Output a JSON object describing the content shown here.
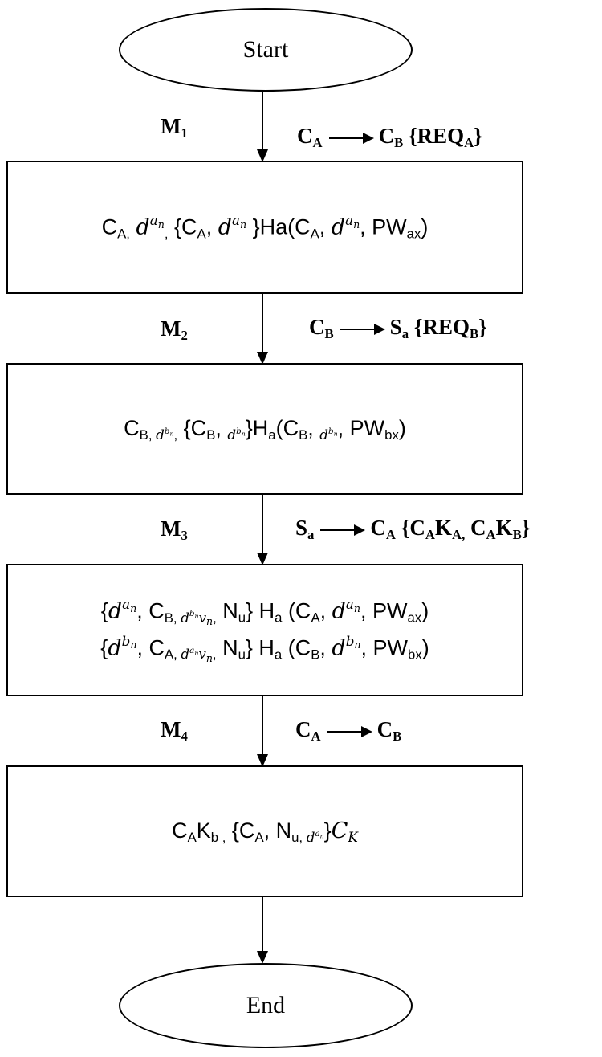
{
  "start_label": "Start",
  "end_label": "End",
  "steps": [
    {
      "msg": [
        {
          "k": "n",
          "t": "M"
        },
        {
          "k": "sub",
          "c": [
            {
              "k": "n",
              "t": "1"
            }
          ]
        }
      ],
      "flow": [
        {
          "k": "n",
          "t": "C"
        },
        {
          "k": "sub",
          "c": [
            {
              "k": "n",
              "t": "A"
            }
          ]
        },
        {
          "k": "arrow"
        },
        {
          "k": "n",
          "t": "C"
        },
        {
          "k": "sub",
          "c": [
            {
              "k": "n",
              "t": "B"
            }
          ]
        },
        {
          "k": "n",
          "t": "  {REQ"
        },
        {
          "k": "sub",
          "c": [
            {
              "k": "n",
              "t": "A"
            }
          ]
        },
        {
          "k": "n",
          "t": "}"
        }
      ],
      "lines": [
        [
          {
            "k": "n",
            "t": "C"
          },
          {
            "k": "sub",
            "c": [
              {
                "k": "n",
                "t": "A,"
              }
            ]
          },
          {
            "k": "n",
            "t": " "
          },
          {
            "k": "mi",
            "t": "d"
          },
          {
            "k": "sup",
            "c": [
              {
                "k": "mi",
                "t": "a"
              },
              {
                "k": "sub",
                "c": [
                  {
                    "k": "mi",
                    "t": "n"
                  }
                ]
              }
            ]
          },
          {
            "k": "sub",
            "c": [
              {
                "k": "n",
                "t": ","
              }
            ]
          },
          {
            "k": "n",
            "t": " {C"
          },
          {
            "k": "sub",
            "c": [
              {
                "k": "n",
                "t": "A"
              }
            ]
          },
          {
            "k": "n",
            "t": ", "
          },
          {
            "k": "mi",
            "t": "d"
          },
          {
            "k": "sup",
            "c": [
              {
                "k": "mi",
                "t": "a"
              },
              {
                "k": "sub",
                "c": [
                  {
                    "k": "mi",
                    "t": "n"
                  }
                ]
              }
            ]
          },
          {
            "k": "n",
            "t": " }Ha(C"
          },
          {
            "k": "sub",
            "c": [
              {
                "k": "n",
                "t": "A"
              }
            ]
          },
          {
            "k": "n",
            "t": ", "
          },
          {
            "k": "mi",
            "t": "d"
          },
          {
            "k": "sup",
            "c": [
              {
                "k": "mi",
                "t": "a"
              },
              {
                "k": "sub",
                "c": [
                  {
                    "k": "mi",
                    "t": "n"
                  }
                ]
              }
            ]
          },
          {
            "k": "n",
            "t": ", PW"
          },
          {
            "k": "sub",
            "c": [
              {
                "k": "n",
                "t": "ax"
              }
            ]
          },
          {
            "k": "n",
            "t": ")"
          }
        ]
      ]
    },
    {
      "msg": [
        {
          "k": "n",
          "t": "M"
        },
        {
          "k": "sub",
          "c": [
            {
              "k": "n",
              "t": "2"
            }
          ]
        }
      ],
      "flow": [
        {
          "k": "n",
          "t": "C"
        },
        {
          "k": "sub",
          "c": [
            {
              "k": "n",
              "t": "B"
            }
          ]
        },
        {
          "k": "arrow"
        },
        {
          "k": "n",
          "t": "S"
        },
        {
          "k": "sub",
          "c": [
            {
              "k": "n",
              "t": "a"
            }
          ]
        },
        {
          "k": "n",
          "t": "  {REQ"
        },
        {
          "k": "sub",
          "c": [
            {
              "k": "n",
              "t": "B"
            }
          ]
        },
        {
          "k": "n",
          "t": "}"
        }
      ],
      "lines": [
        [
          {
            "k": "n",
            "t": "C"
          },
          {
            "k": "sub",
            "c": [
              {
                "k": "n",
                "t": "B, "
              },
              {
                "k": "mi",
                "t": "d"
              },
              {
                "k": "sup",
                "c": [
                  {
                    "k": "mi",
                    "t": "b"
                  },
                  {
                    "k": "sub",
                    "c": [
                      {
                        "k": "mi",
                        "t": "n"
                      }
                    ]
                  }
                ]
              },
              {
                "k": "n",
                "t": ","
              }
            ]
          },
          {
            "k": "n",
            "t": " {C"
          },
          {
            "k": "sub",
            "c": [
              {
                "k": "n",
                "t": "B"
              }
            ]
          },
          {
            "k": "n",
            "t": ", "
          },
          {
            "k": "sub",
            "c": [
              {
                "k": "mi",
                "t": "d"
              },
              {
                "k": "sup",
                "c": [
                  {
                    "k": "mi",
                    "t": "b"
                  },
                  {
                    "k": "sub",
                    "c": [
                      {
                        "k": "mi",
                        "t": "n"
                      }
                    ]
                  }
                ]
              }
            ]
          },
          {
            "k": "n",
            "t": "}H"
          },
          {
            "k": "sub",
            "c": [
              {
                "k": "n",
                "t": "a"
              }
            ]
          },
          {
            "k": "n",
            "t": "(C"
          },
          {
            "k": "sub",
            "c": [
              {
                "k": "n",
                "t": "B"
              }
            ]
          },
          {
            "k": "n",
            "t": ", "
          },
          {
            "k": "sub",
            "c": [
              {
                "k": "mi",
                "t": "d"
              },
              {
                "k": "sup",
                "c": [
                  {
                    "k": "mi",
                    "t": "b"
                  },
                  {
                    "k": "sub",
                    "c": [
                      {
                        "k": "mi",
                        "t": "n"
                      }
                    ]
                  }
                ]
              }
            ]
          },
          {
            "k": "n",
            "t": ", PW"
          },
          {
            "k": "sub",
            "c": [
              {
                "k": "n",
                "t": "bx"
              }
            ]
          },
          {
            "k": "n",
            "t": ")"
          }
        ]
      ]
    },
    {
      "msg": [
        {
          "k": "n",
          "t": "M"
        },
        {
          "k": "sub",
          "c": [
            {
              "k": "n",
              "t": "3"
            }
          ]
        }
      ],
      "flow": [
        {
          "k": "n",
          "t": "S"
        },
        {
          "k": "sub",
          "c": [
            {
              "k": "n",
              "t": "a"
            }
          ]
        },
        {
          "k": "arrow"
        },
        {
          "k": "n",
          "t": "C"
        },
        {
          "k": "sub",
          "c": [
            {
              "k": "n",
              "t": "A"
            }
          ]
        },
        {
          "k": "n",
          "t": "  {C"
        },
        {
          "k": "sub",
          "c": [
            {
              "k": "n",
              "t": "A"
            }
          ]
        },
        {
          "k": "n",
          "t": "K"
        },
        {
          "k": "sub",
          "c": [
            {
              "k": "n",
              "t": "A,"
            }
          ]
        },
        {
          "k": "n",
          "t": " C"
        },
        {
          "k": "sub",
          "c": [
            {
              "k": "n",
              "t": "A"
            }
          ]
        },
        {
          "k": "n",
          "t": "K"
        },
        {
          "k": "sub",
          "c": [
            {
              "k": "n",
              "t": "B"
            }
          ]
        },
        {
          "k": "n",
          "t": "}"
        }
      ],
      "lines": [
        [
          {
            "k": "n",
            "t": "{"
          },
          {
            "k": "mi",
            "t": "d"
          },
          {
            "k": "sup",
            "c": [
              {
                "k": "mi",
                "t": "a"
              },
              {
                "k": "sub",
                "c": [
                  {
                    "k": "mi",
                    "t": "n"
                  }
                ]
              }
            ]
          },
          {
            "k": "n",
            "t": ", C"
          },
          {
            "k": "sub",
            "c": [
              {
                "k": "n",
                "t": "B, "
              },
              {
                "k": "mi",
                "t": "d"
              },
              {
                "k": "sup",
                "c": [
                  {
                    "k": "mi",
                    "t": "b"
                  },
                  {
                    "k": "sub",
                    "c": [
                      {
                        "k": "mi",
                        "t": "n"
                      }
                    ]
                  }
                ]
              },
              {
                "k": "mi",
                "t": "v"
              },
              {
                "k": "sub",
                "c": [
                  {
                    "k": "mi",
                    "t": "n"
                  }
                ]
              },
              {
                "k": "n",
                "t": ","
              }
            ]
          },
          {
            "k": "n",
            "t": " N"
          },
          {
            "k": "sub",
            "c": [
              {
                "k": "n",
                "t": "u"
              }
            ]
          },
          {
            "k": "n",
            "t": "} H"
          },
          {
            "k": "sub",
            "c": [
              {
                "k": "n",
                "t": "a"
              }
            ]
          },
          {
            "k": "n",
            "t": " (C"
          },
          {
            "k": "sub",
            "c": [
              {
                "k": "n",
                "t": "A"
              }
            ]
          },
          {
            "k": "n",
            "t": ", "
          },
          {
            "k": "mi",
            "t": "d"
          },
          {
            "k": "sup",
            "c": [
              {
                "k": "mi",
                "t": "a"
              },
              {
                "k": "sub",
                "c": [
                  {
                    "k": "mi",
                    "t": "n"
                  }
                ]
              }
            ]
          },
          {
            "k": "n",
            "t": ", PW"
          },
          {
            "k": "sub",
            "c": [
              {
                "k": "n",
                "t": "ax"
              }
            ]
          },
          {
            "k": "n",
            "t": ")"
          }
        ],
        [
          {
            "k": "n",
            "t": "{"
          },
          {
            "k": "mi",
            "t": "d"
          },
          {
            "k": "sup",
            "c": [
              {
                "k": "mi",
                "t": "b"
              },
              {
                "k": "sub",
                "c": [
                  {
                    "k": "mi",
                    "t": "n"
                  }
                ]
              }
            ]
          },
          {
            "k": "n",
            "t": ", C"
          },
          {
            "k": "sub",
            "c": [
              {
                "k": "n",
                "t": "A, "
              },
              {
                "k": "mi",
                "t": "d"
              },
              {
                "k": "sup",
                "c": [
                  {
                    "k": "mi",
                    "t": "a"
                  },
                  {
                    "k": "sub",
                    "c": [
                      {
                        "k": "mi",
                        "t": "n"
                      }
                    ]
                  }
                ]
              },
              {
                "k": "mi",
                "t": "v"
              },
              {
                "k": "sub",
                "c": [
                  {
                    "k": "mi",
                    "t": "n"
                  }
                ]
              },
              {
                "k": "n",
                "t": ","
              }
            ]
          },
          {
            "k": "n",
            "t": " N"
          },
          {
            "k": "sub",
            "c": [
              {
                "k": "n",
                "t": "u"
              }
            ]
          },
          {
            "k": "n",
            "t": "} H"
          },
          {
            "k": "sub",
            "c": [
              {
                "k": "n",
                "t": "a"
              }
            ]
          },
          {
            "k": "n",
            "t": " (C"
          },
          {
            "k": "sub",
            "c": [
              {
                "k": "n",
                "t": "B"
              }
            ]
          },
          {
            "k": "n",
            "t": ", "
          },
          {
            "k": "mi",
            "t": "d"
          },
          {
            "k": "sup",
            "c": [
              {
                "k": "mi",
                "t": "b"
              },
              {
                "k": "sub",
                "c": [
                  {
                    "k": "mi",
                    "t": "n"
                  }
                ]
              }
            ]
          },
          {
            "k": "n",
            "t": ", PW"
          },
          {
            "k": "sub",
            "c": [
              {
                "k": "n",
                "t": "bx"
              }
            ]
          },
          {
            "k": "n",
            "t": ")"
          }
        ]
      ]
    },
    {
      "msg": [
        {
          "k": "n",
          "t": "M"
        },
        {
          "k": "sub",
          "c": [
            {
              "k": "n",
              "t": "4"
            }
          ]
        }
      ],
      "flow": [
        {
          "k": "n",
          "t": "C"
        },
        {
          "k": "sub",
          "c": [
            {
              "k": "n",
              "t": "A"
            }
          ]
        },
        {
          "k": "arrow"
        },
        {
          "k": "n",
          "t": "C"
        },
        {
          "k": "sub",
          "c": [
            {
              "k": "n",
              "t": "B"
            }
          ]
        }
      ],
      "lines": [
        [
          {
            "k": "n",
            "t": "C"
          },
          {
            "k": "sub",
            "c": [
              {
                "k": "n",
                "t": "A"
              }
            ]
          },
          {
            "k": "n",
            "t": "K"
          },
          {
            "k": "sub",
            "c": [
              {
                "k": "n",
                "t": "b ,"
              }
            ]
          },
          {
            "k": "n",
            "t": " {C"
          },
          {
            "k": "sub",
            "c": [
              {
                "k": "n",
                "t": "A"
              }
            ]
          },
          {
            "k": "n",
            "t": ", N"
          },
          {
            "k": "sub",
            "c": [
              {
                "k": "n",
                "t": "u, "
              },
              {
                "k": "mi",
                "t": "d"
              },
              {
                "k": "sup",
                "c": [
                  {
                    "k": "mi",
                    "t": "a"
                  },
                  {
                    "k": "sub",
                    "c": [
                      {
                        "k": "mi",
                        "t": "n"
                      }
                    ]
                  }
                ]
              }
            ]
          },
          {
            "k": "n",
            "t": "}"
          },
          {
            "k": "mi",
            "t": "C"
          },
          {
            "k": "sub",
            "c": [
              {
                "k": "mi",
                "t": "K"
              }
            ]
          }
        ]
      ]
    }
  ]
}
